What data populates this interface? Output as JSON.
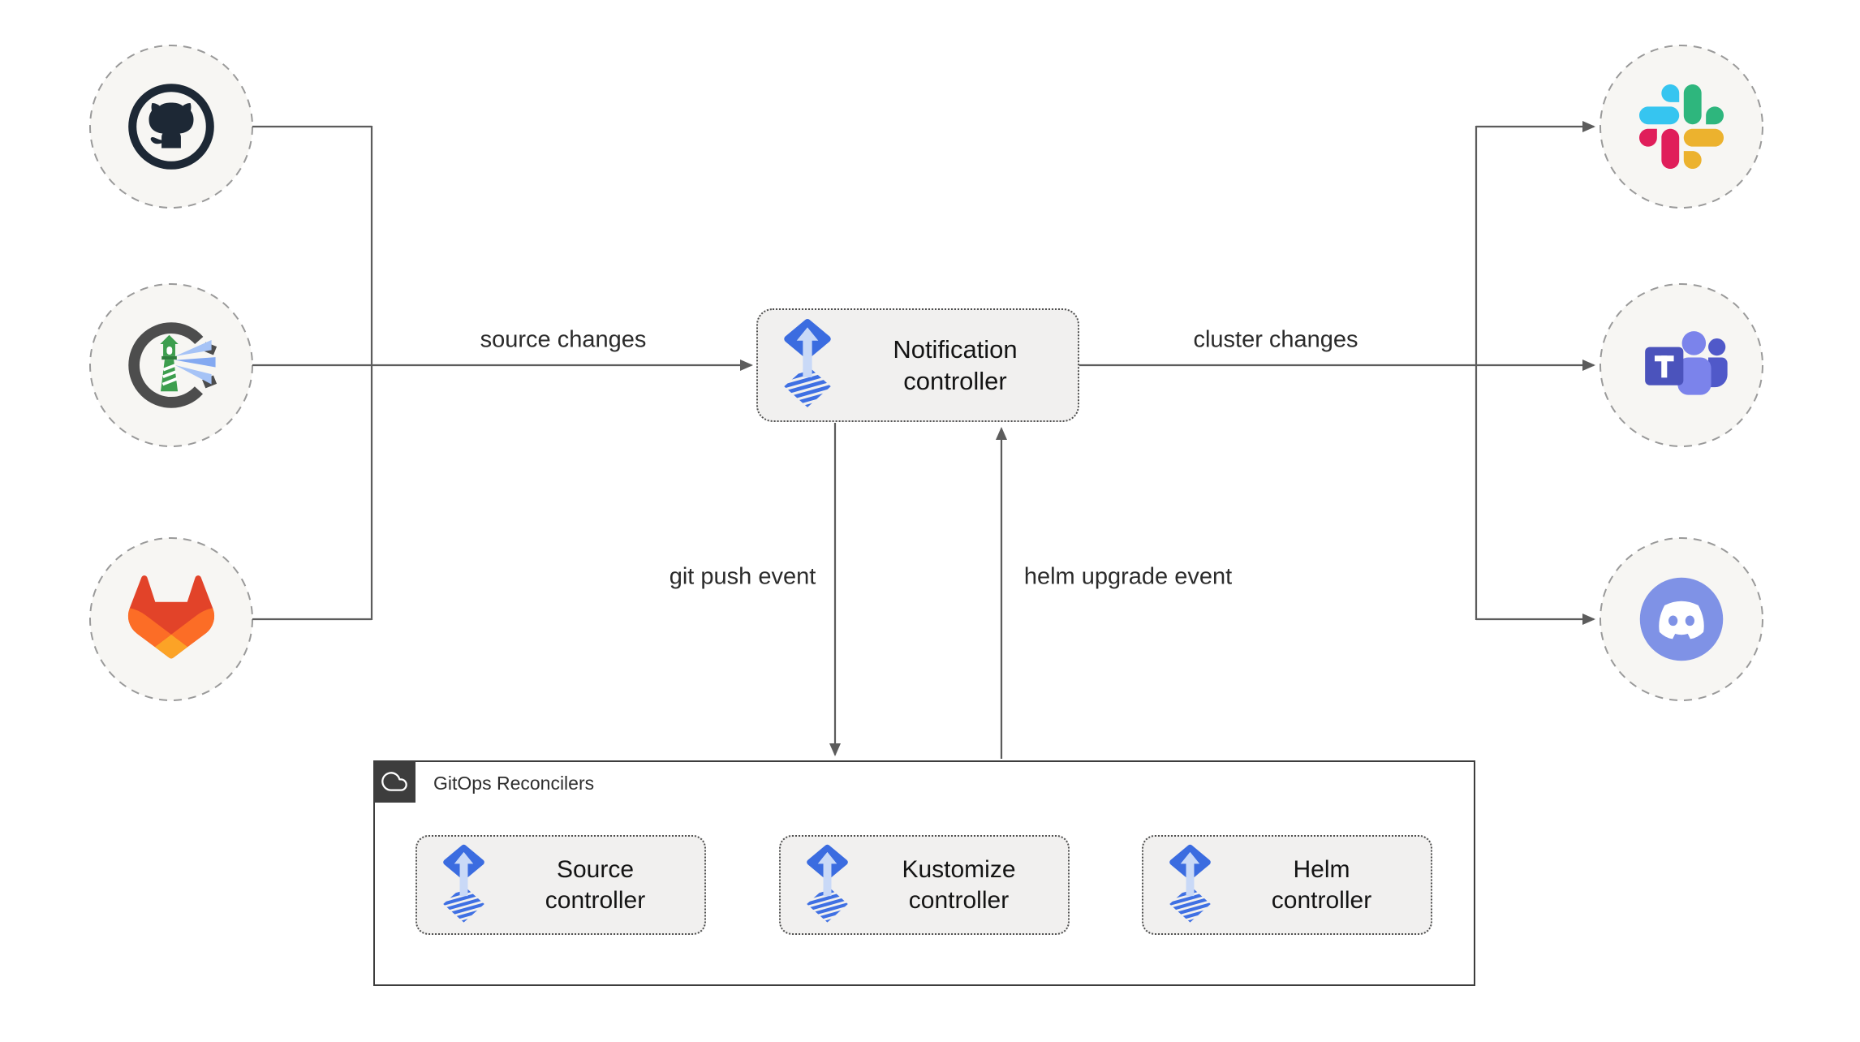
{
  "diagram_title": "Flux notification controller flow",
  "sources": [
    {
      "icon": "github-icon",
      "name": "GitHub"
    },
    {
      "icon": "harbor-icon",
      "name": "Harbor"
    },
    {
      "icon": "gitlab-icon",
      "name": "GitLab"
    }
  ],
  "targets": [
    {
      "icon": "slack-icon",
      "name": "Slack"
    },
    {
      "icon": "teams-icon",
      "name": "Microsoft Teams"
    },
    {
      "icon": "discord-icon",
      "name": "Discord"
    }
  ],
  "notification": {
    "icon": "flux-icon",
    "line1": "Notification",
    "line2": "controller"
  },
  "edges": {
    "source_changes": "source changes",
    "cluster_changes": "cluster changes",
    "git_push_event": "git push event",
    "helm_upgrade_event": "helm upgrade event"
  },
  "reconcilers": {
    "icon": "cloud-icon",
    "title": "GitOps Reconcilers",
    "controllers": [
      {
        "icon": "flux-icon",
        "line1": "Source",
        "line2": "controller"
      },
      {
        "icon": "flux-icon",
        "line1": "Kustomize",
        "line2": "controller"
      },
      {
        "icon": "flux-icon",
        "line1": "Helm",
        "line2": "controller"
      }
    ]
  },
  "colors": {
    "line": "#5c5c5c",
    "node_fill": "#f1f0ef",
    "node_border": "#4f4f4f",
    "circle_fill": "#f7f6f3",
    "circle_border": "#9a9a9a",
    "flux_blue": "#3b6ce0",
    "flux_arrow": "#c9d9f7",
    "container_border": "#3d3d3d",
    "slack": [
      "#36C5F0",
      "#2EB67D",
      "#ECB22E",
      "#E01E5A"
    ],
    "gitlab": [
      "#e24329",
      "#fc6d26",
      "#fca326"
    ],
    "teams": [
      "#4B53BC",
      "#7B83EB",
      "#5059C9"
    ],
    "discord": "#7f92e6",
    "harbor_green": "#3d9e4e",
    "github_dark": "#1d2835"
  }
}
